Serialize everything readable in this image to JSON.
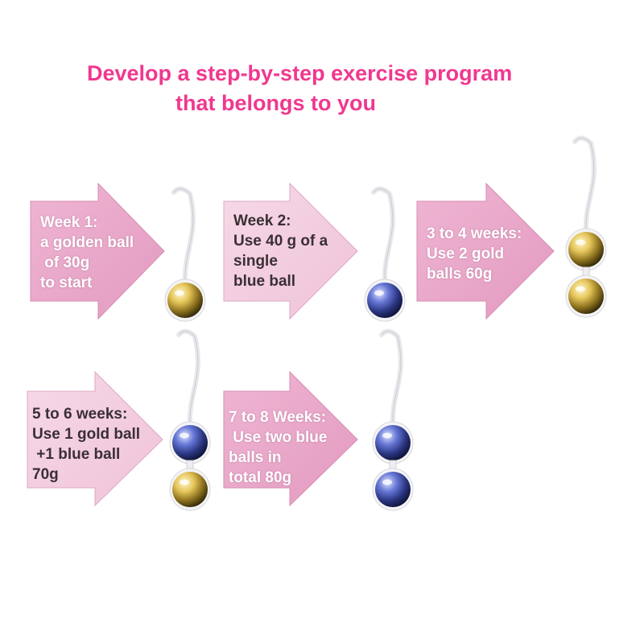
{
  "heading": {
    "line1": "Develop a step-by-step exercise program",
    "line2": "that belongs to you"
  },
  "steps": [
    {
      "lines": [
        "Week 1:",
        "a  golden ball",
        " of 30g",
        "to start"
      ]
    },
    {
      "lines": [
        "Week 2:",
        "Use 40 g of a",
        "single",
        "blue ball"
      ]
    },
    {
      "lines": [
        "3 to 4 weeks:",
        "Use 2 gold",
        "balls 60g"
      ]
    },
    {
      "lines": [
        "5 to 6 weeks:",
        "Use 1 gold ball",
        " +1 blue ball",
        "70g"
      ]
    },
    {
      "lines": [
        "7 to 8 Weeks:",
        " Use two blue",
        "balls in",
        "total 80g"
      ]
    }
  ],
  "colors": {
    "heading": "#f0388f",
    "arrow_pink": "#e9a6c8",
    "arrow_light": "#f3cfe0",
    "gold": "#d9b84a",
    "blue": "#4a5ab8"
  },
  "products": [
    {
      "balls": [
        "gold"
      ]
    },
    {
      "balls": [
        "blue"
      ]
    },
    {
      "balls": [
        "gold",
        "gold"
      ]
    },
    {
      "balls": [
        "blue",
        "gold"
      ]
    },
    {
      "balls": [
        "blue",
        "blue"
      ]
    }
  ]
}
